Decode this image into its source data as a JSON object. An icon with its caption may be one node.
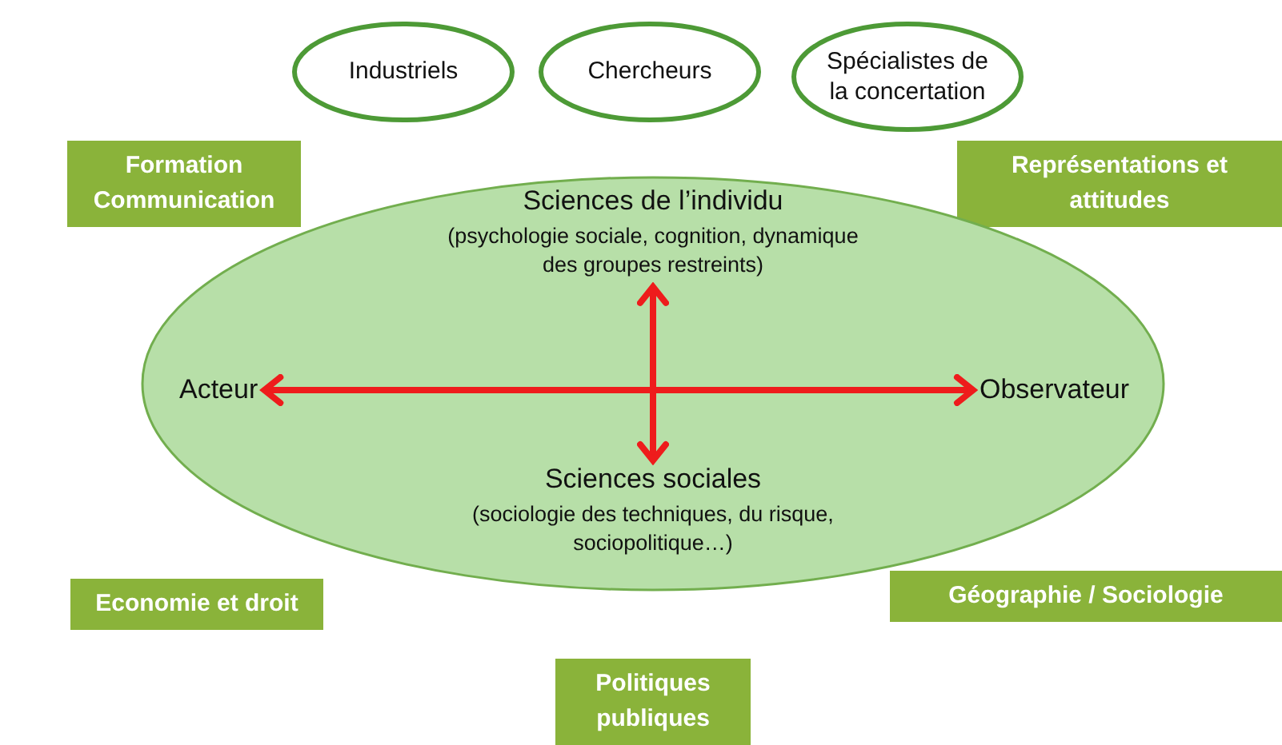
{
  "diagram": {
    "nodes": [
      {
        "text": [
          "Industriels"
        ]
      },
      {
        "text": [
          "Chercheurs"
        ]
      },
      {
        "text": [
          "Spécialistes de la concertation"
        ]
      },
      {
        "text": [
          "Formation Communication"
        ]
      },
      {
        "text": [
          "Représentations et attitudes"
        ]
      },
      {
        "text": [],
        "shape": "ellipse"
      },
      {
        "text": [
          "Sciences de l’individu",
          "(psychologie sociale, cognition, dynamique des groupes restreints)"
        ],
        "in": 5
      },
      {
        "text": [
          "Acteur"
        ],
        "in": 5
      },
      {
        "text": [
          "Observateur"
        ],
        "in": 5
      },
      {
        "text": [
          "Sciences sociales",
          "(sociologie des techniques, du risque, sociopolitique…)"
        ],
        "in": 5
      },
      {
        "text": [
          "Economie et droit"
        ]
      },
      {
        "text": [
          "Géographie / Sociologie"
        ]
      },
      {
        "text": [
          "Politiques publiques"
        ]
      }
    ],
    "edges": [
      {
        "from": 7,
        "to": 8,
        "arrow": "both"
      },
      {
        "from": 6,
        "to": 9,
        "arrow": "both"
      }
    ]
  }
}
